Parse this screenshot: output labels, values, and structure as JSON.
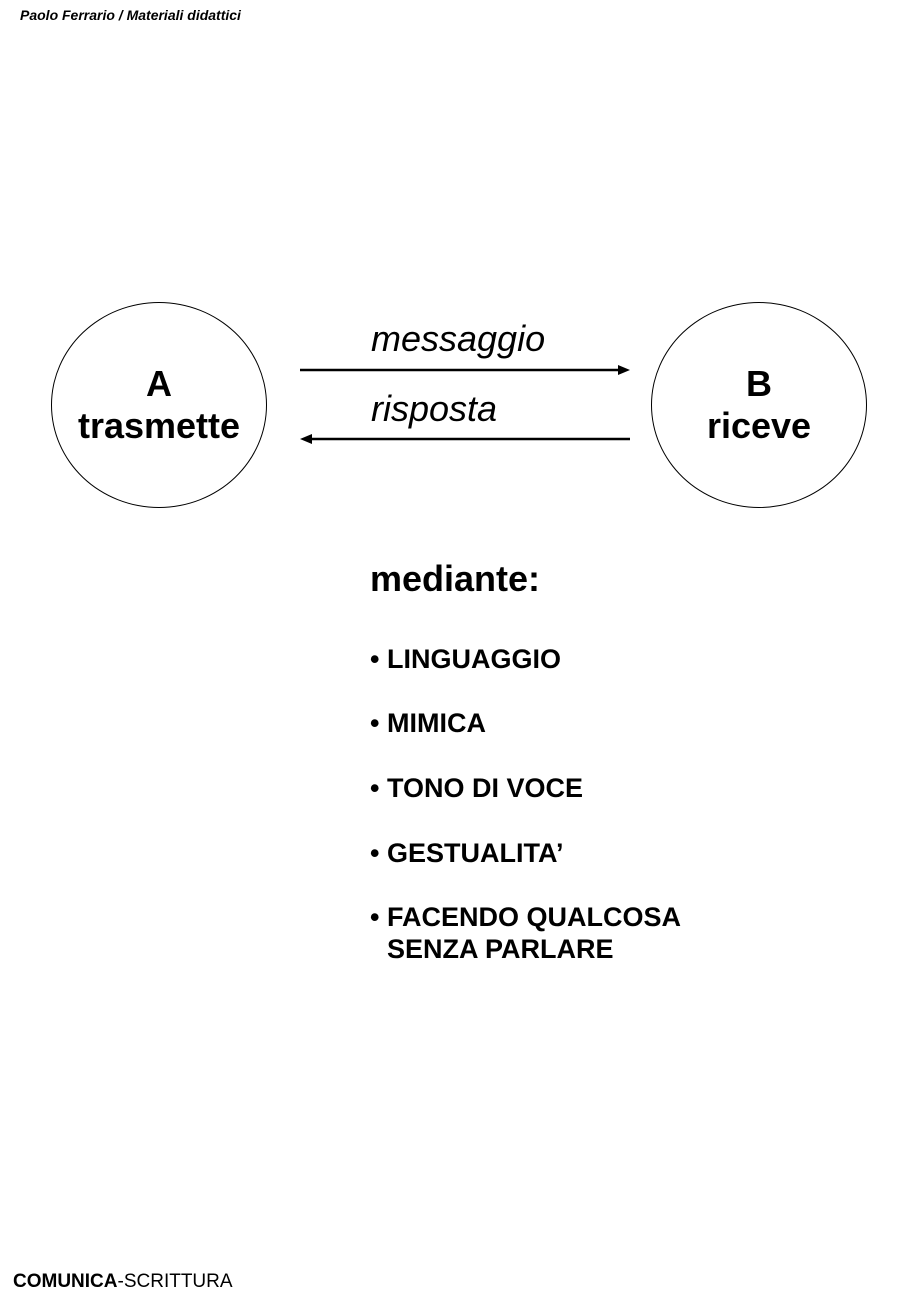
{
  "header": {
    "title": "Paolo Ferrario / Materiali didattici"
  },
  "node_a": {
    "letter": "A",
    "label": "trasmette"
  },
  "node_b": {
    "letter": "B",
    "label": "riceve"
  },
  "arrows": {
    "top_label": "messaggio",
    "bottom_label": "risposta"
  },
  "means": {
    "title": "mediante:",
    "items": [
      "• LINGUAGGIO",
      "• MIMICA",
      "• TONO DI  VOCE",
      "• GESTUALITA’",
      "• FACENDO QUALCOSA"
    ],
    "item_continuation": "SENZA PARLARE"
  },
  "footer": {
    "bold": "COMUNICA",
    "regular": "-SCRITTURA"
  }
}
